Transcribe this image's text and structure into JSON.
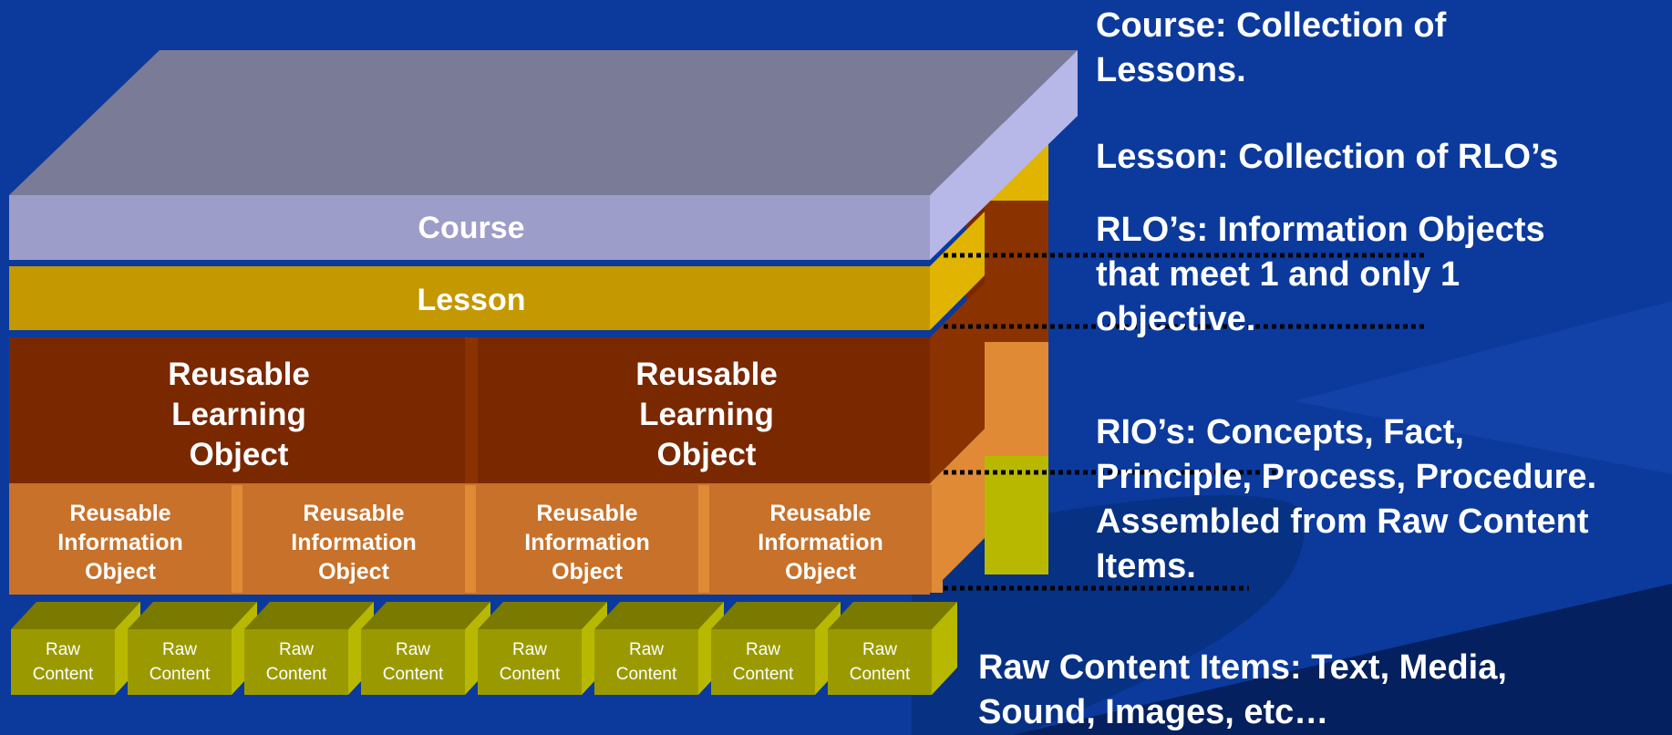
{
  "layers": {
    "course": "Course",
    "lesson": "Lesson",
    "rlo": [
      "Reusable",
      "Learning",
      "Object"
    ],
    "rio": [
      "Reusable",
      "Information",
      "Object"
    ],
    "raw": [
      "Raw",
      "Content"
    ]
  },
  "descriptions": {
    "course": [
      "Course: Collection of",
      "Lessons."
    ],
    "lesson": "Lesson: Collection of RLO’s",
    "rlo": [
      "RLO’s: Information Objects",
      "that meet 1 and only 1",
      "objective."
    ],
    "rio": [
      "RIO’s: Concepts, Fact,",
      "Principle, Process, Procedure.",
      "Assembled from Raw Content",
      "Items."
    ],
    "raw": [
      "Raw Content Items: Text, Media,",
      "Sound, Images, etc…"
    ]
  },
  "colors": {
    "background": "#0b3a9c",
    "course_top": "#7a7b97",
    "course_front": "#9d9dc9",
    "lesson_front": "#c49800",
    "rlo_front": "#7a2800",
    "rio_front": "#c8712a",
    "raw_front": "#9a9a00",
    "text": "#ffffff"
  }
}
